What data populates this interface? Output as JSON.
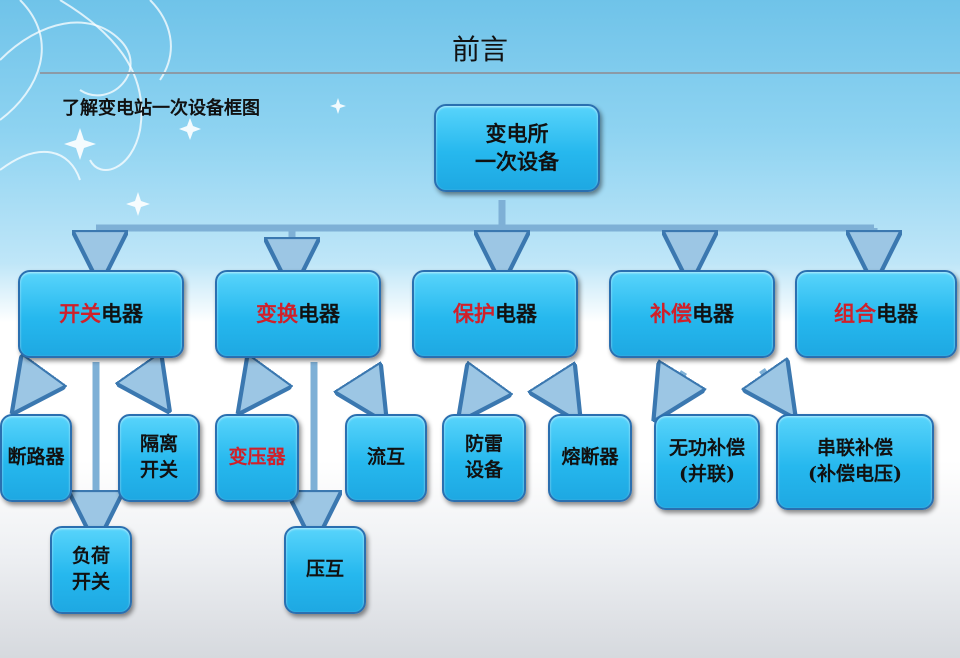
{
  "title": "前言",
  "subtitle": "了解变电站一次设备框图",
  "root": {
    "line1": "变电所",
    "line2": "一次设备"
  },
  "categories": [
    {
      "red": "开关",
      "rest": "电器"
    },
    {
      "red": "变换",
      "rest": "电器"
    },
    {
      "red": "保护",
      "rest": "电器"
    },
    {
      "red": "补偿",
      "rest": "电器"
    },
    {
      "red": "组合",
      "rest": "电器"
    }
  ],
  "items": {
    "breaker": "断路器",
    "isolator": {
      "line1": "隔离",
      "line2": "开关"
    },
    "load_switch": {
      "line1": "负荷",
      "line2": "开关"
    },
    "transformer": "变压器",
    "ct": "流互",
    "pt": "压互",
    "lightning": {
      "line1": "防雷",
      "line2": "设备"
    },
    "fuse": "熔断器",
    "reactive": {
      "line1": "无功补偿",
      "line2": "(并联)"
    },
    "series": {
      "line1": "串联补偿",
      "line2": "(补偿电压)"
    }
  },
  "colors": {
    "box_fill": "#26b8ee",
    "box_border": "#2a6fb0",
    "red_text": "#d0202a",
    "connector": "#8ab6d6"
  }
}
